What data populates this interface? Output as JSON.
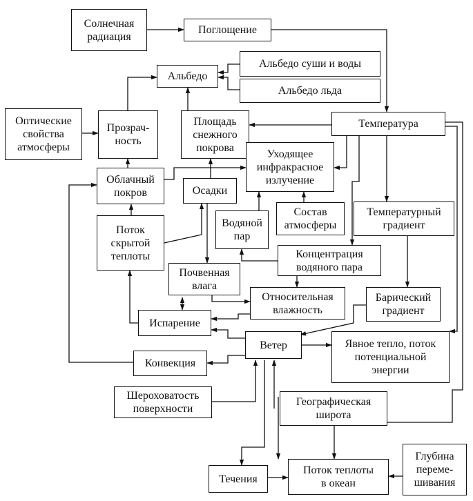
{
  "diagram": {
    "nodes": {
      "solar_radiation": "Солнечная\nрадиация",
      "absorption": "Поглощение",
      "albedo": "Альбедо",
      "albedo_land_water": "Альбедо суши и воды",
      "albedo_ice": "Альбедо льда",
      "optical_props": "Оптические\nсвойства\nатмосферы",
      "transparency": "Прозрач-\nность",
      "snow_area": "Площадь\nснежного\nпокрова",
      "temperature": "Температура",
      "outgoing_ir": "Уходящее\nинфракрасное\nизлучение",
      "cloud_cover": "Облачный\nпокров",
      "precipitation": "Осадки",
      "atm_composition": "Состав\nатмосферы",
      "temp_gradient": "Температурный\nградиент",
      "latent_heat_flux": "Поток\nскрытой\nтеплоты",
      "water_vapor": "Водяной\nпар",
      "vapor_concentration": "Концентрация\nводяного пара",
      "soil_moisture": "Почвенная\nвлага",
      "relative_humidity": "Относительная\nвлажность",
      "pressure_gradient": "Барический\nградиент",
      "evaporation": "Испарение",
      "wind": "Ветер",
      "sensible_heat": "Явное тепло, поток\nпотенциальной\nэнергии",
      "convection": "Конвекция",
      "surface_roughness": "Шероховатость\nповерхности",
      "latitude": "Географическая\nширота",
      "mixing_depth": "Глубина\nпереме-\nшивания",
      "currents": "Течения",
      "ocean_heat_flux": "Поток теплоты\nв океан"
    }
  }
}
